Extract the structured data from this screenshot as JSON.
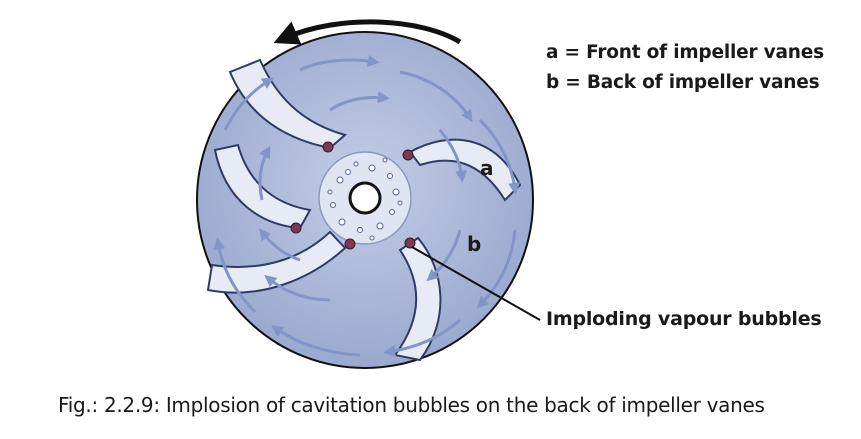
{
  "legend": {
    "a": "a = Front of impeller vanes",
    "b": "b = Back of impeller vanes"
  },
  "labels": {
    "a": "a",
    "b": "b"
  },
  "callout": "Imploding vapour bubbles",
  "caption": "Fig.: 2.2.9: Implosion of cavitation bubbles on the back of impeller vanes",
  "colors": {
    "disc": "#a9b7d8",
    "disc_edge": "#1a1a1a",
    "vane": "#e4e9f4",
    "vane_edge": "#2e3d66",
    "flow_arrow": "#8196c6",
    "hub": "#dfe5f2",
    "bubble": "#7a3a55"
  }
}
